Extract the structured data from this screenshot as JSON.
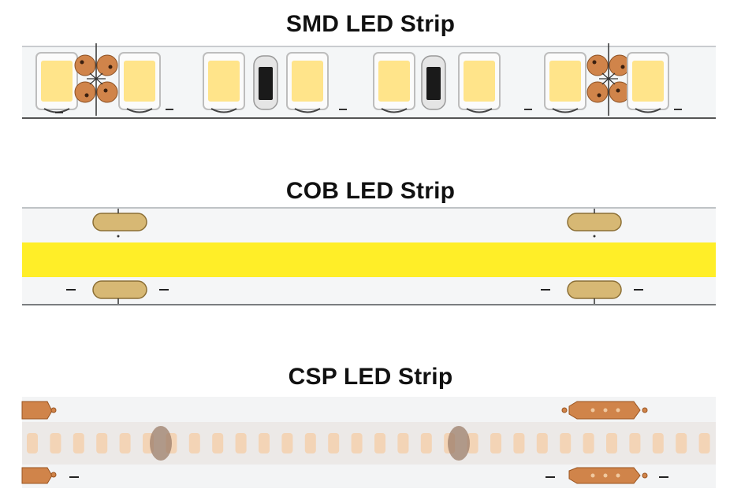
{
  "strips": [
    {
      "title": "SMD LED Strip"
    },
    {
      "title": "COB LED Strip"
    },
    {
      "title": "CSP LED Strip"
    }
  ],
  "colors": {
    "pcb": "#f3f5f6",
    "led_warm_white": "#ffe48a",
    "cob_yellow": "#ffee28",
    "copper_pad": "#d0844a",
    "gold_pad": "#d7b874",
    "resistor": "#1a1a1a",
    "csp_led": "#f4d2b0"
  },
  "smd_components": [
    "led",
    "pad",
    "led",
    "gap",
    "led",
    "resistor",
    "led",
    "gap",
    "led",
    "resistor",
    "led",
    "gap",
    "led",
    "pad",
    "led"
  ],
  "csp_led_count": 30
}
